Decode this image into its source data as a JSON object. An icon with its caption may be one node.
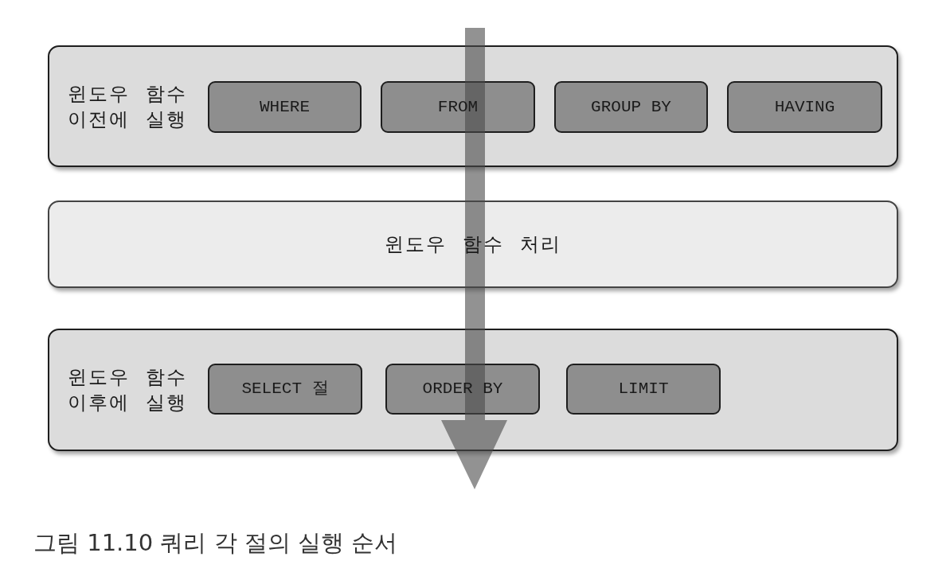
{
  "diagram": {
    "caption": "그림 11.10 쿼리 각 절의 실행 순서",
    "nodes": [
      {
        "text": [
          "윈도우 함수 이전에 실행"
        ]
      },
      {
        "text": [
          "WHERE"
        ],
        "in": 0
      },
      {
        "text": [
          "FROM"
        ],
        "in": 0
      },
      {
        "text": [
          "GROUP BY"
        ],
        "in": 0
      },
      {
        "text": [
          "HAVING"
        ],
        "in": 0
      },
      {
        "text": [
          "윈도우 함수 처리"
        ]
      },
      {
        "text": [
          "윈도우 함수 이후에 실행"
        ]
      },
      {
        "text": [
          "SELECT 절"
        ],
        "in": 6
      },
      {
        "text": [
          "ORDER BY"
        ],
        "in": 6
      },
      {
        "text": [
          "LIMIT"
        ],
        "in": 6
      }
    ]
  }
}
